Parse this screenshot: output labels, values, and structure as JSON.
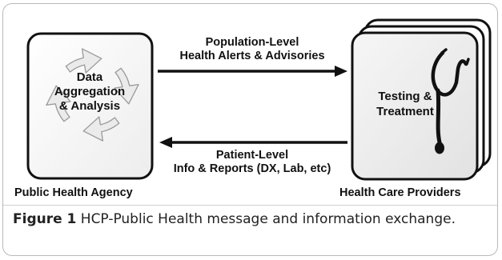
{
  "diagram": {
    "left_box": {
      "label_lines": [
        "Data",
        "Aggregation",
        "& Analysis"
      ],
      "caption": "Public Health Agency",
      "icon": "circular-arrows-cycle-icon"
    },
    "right_box": {
      "label_lines": [
        "Testing &",
        "Treatment"
      ],
      "caption": "Health Care Providers",
      "icon": "stethoscope-icon"
    },
    "top_arrow": {
      "label_lines": [
        "Population-Level",
        "Health Alerts & Advisories"
      ],
      "direction": "right"
    },
    "bottom_arrow": {
      "label_lines": [
        "Patient-Level",
        "Info & Reports (DX, Lab, etc)"
      ],
      "direction": "left"
    }
  },
  "figure_caption": {
    "label": "Figure 1",
    "text": "HCP-Public Health message and information exchange."
  },
  "colors": {
    "stroke": "#111111",
    "cycle_arrow_fill": "#ebebeb",
    "cycle_arrow_stroke": "#9a9a9a",
    "frame": "#b9b9b9"
  }
}
